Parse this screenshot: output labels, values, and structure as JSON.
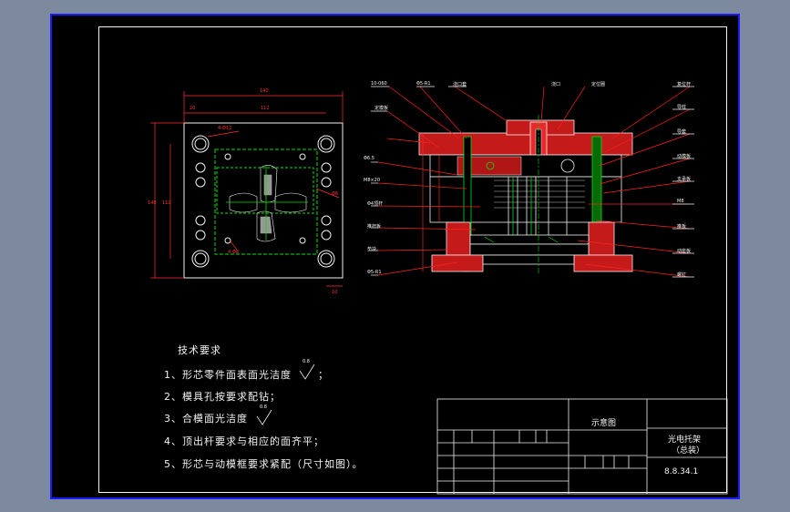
{
  "technical_requirements": {
    "title": "技术要求",
    "items": [
      "1、形芯零件面表面光洁度",
      "2、模具孔按要求配钻；",
      "3、合模面光洁度",
      "4、顶出杆要求与相应的面齐平；",
      "5、形芯与动模框要求紧配（尺寸如图）。"
    ],
    "roughness_1": "0.8",
    "roughness_3": "0.8"
  },
  "title_block": {
    "drawing_name": "光电托架",
    "drawing_subtitle": "（总装）",
    "drawing_number": "8.8.34.1",
    "diagram_label": "示意图"
  },
  "colors": {
    "background": "#000000",
    "line": "#f2f2f2",
    "section": "#e01e1e",
    "leader": "#ff2020",
    "center": "#00e000",
    "dims": "#ff3030",
    "magenta": "#ff00ff",
    "frame": "#1a1aff"
  }
}
